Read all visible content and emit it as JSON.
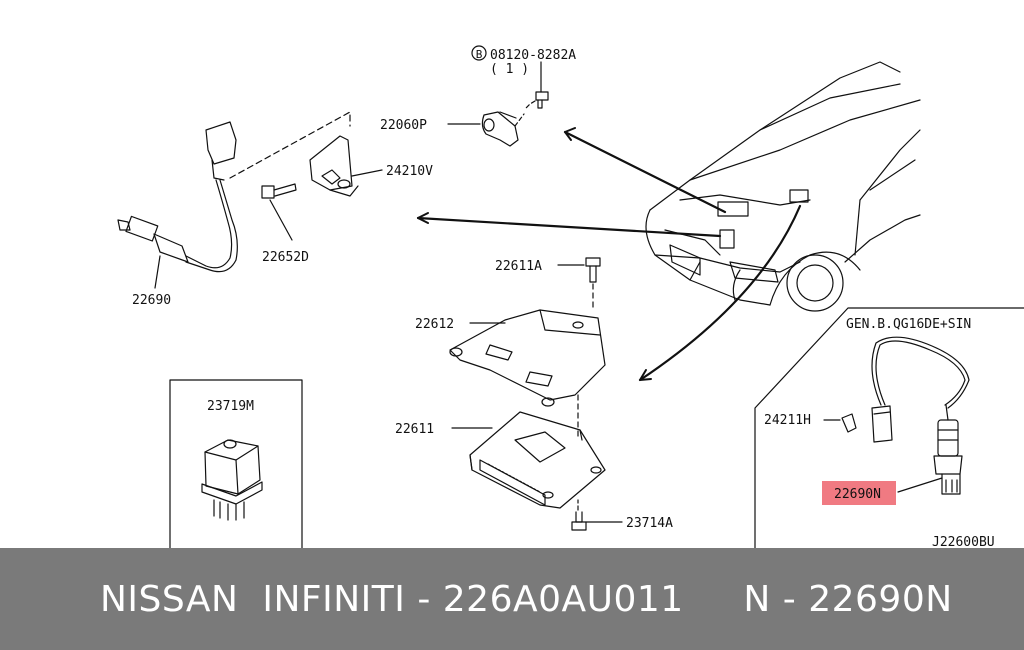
{
  "labels": {
    "bolt_ref": "08120-8282A",
    "bolt_qty": "( 1 )",
    "bolt_marker": "B",
    "clamp": "22060P",
    "bracket": "24210V",
    "bolt": "22652D",
    "sensor": "22690",
    "stud": "22611A",
    "plate": "22612",
    "ecm": "22611",
    "relay": "23719M",
    "screw": "23714A",
    "engine_variant": "GEN.B.QG16DE+SIN",
    "harness_clip": "24211H",
    "sensor_highlight": "22690N",
    "diagram_code": "J22600BU"
  },
  "colors": {
    "highlight": "#f07a82",
    "banner_bg": "#7a7a7a",
    "banner_text": "#ffffff"
  },
  "banner": {
    "text": "NISSAN  INFINITI - 226A0AU011     N - 22690N"
  }
}
